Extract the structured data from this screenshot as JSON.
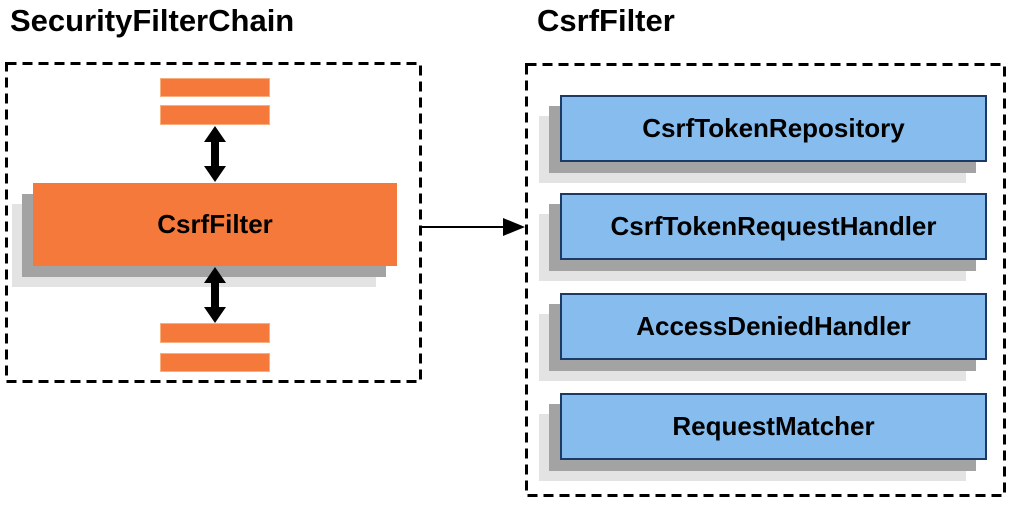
{
  "left_panel": {
    "title": "SecurityFilterChain",
    "csrf_filter_label": "CsrfFilter"
  },
  "right_panel": {
    "title": "CsrfFilter",
    "components": [
      "CsrfTokenRepository",
      "CsrfTokenRequestHandler",
      "AccessDeniedHandler",
      "RequestMatcher"
    ]
  },
  "colors": {
    "orange": "#F4793B",
    "orange_border": "#F9AE7E",
    "blue_fill": "#86BDEE",
    "blue_border": "#1B3A66",
    "shadow_dark": "#A3A3A3",
    "shadow_light": "#E3E3E3",
    "ink": "#000000",
    "bg": "#FFFFFF"
  }
}
